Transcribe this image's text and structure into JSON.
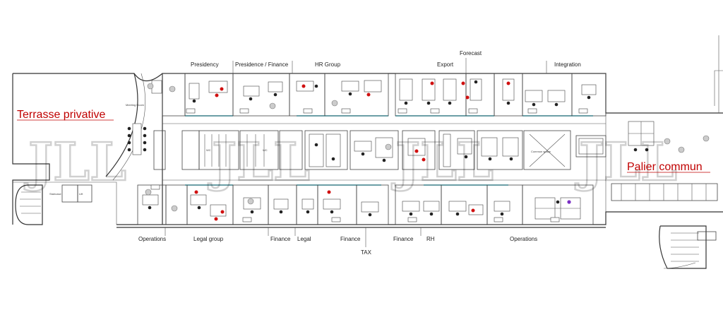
{
  "plan": {
    "highlight_labels": {
      "terrace": "Terrasse privative",
      "landing": "Palier commun"
    },
    "watermark": "JLL",
    "top_zones": [
      {
        "key": "presidency",
        "label": "Presidency"
      },
      {
        "key": "presidence-finance",
        "label": "Presidence / Finance"
      },
      {
        "key": "hr-group",
        "label": "HR Group"
      },
      {
        "key": "export",
        "label": "Export"
      },
      {
        "key": "forecast",
        "label": "Forecast"
      },
      {
        "key": "integration",
        "label": "Integration"
      }
    ],
    "bottom_zones": [
      {
        "key": "operations-left",
        "label": "Operations"
      },
      {
        "key": "legal-group",
        "label": "Legal group"
      },
      {
        "key": "finance-1",
        "label": "Finance"
      },
      {
        "key": "legal",
        "label": "Legal"
      },
      {
        "key": "finance-2",
        "label": "Finance"
      },
      {
        "key": "tax",
        "label": "TAX"
      },
      {
        "key": "finance-3",
        "label": "Finance"
      },
      {
        "key": "rh",
        "label": "RH"
      },
      {
        "key": "operations-right",
        "label": "Operations"
      }
    ],
    "room_notes": {
      "meeting": "Meeting Room",
      "wc": "WC",
      "staircase": "Staircase",
      "lift": "Lift",
      "common": "Common space"
    },
    "colors": {
      "highlight": "#c00000",
      "accent_line": "#33c4d8",
      "occupied_chair": "#d01010",
      "wall": "#333333",
      "watermark": "#000000"
    }
  }
}
